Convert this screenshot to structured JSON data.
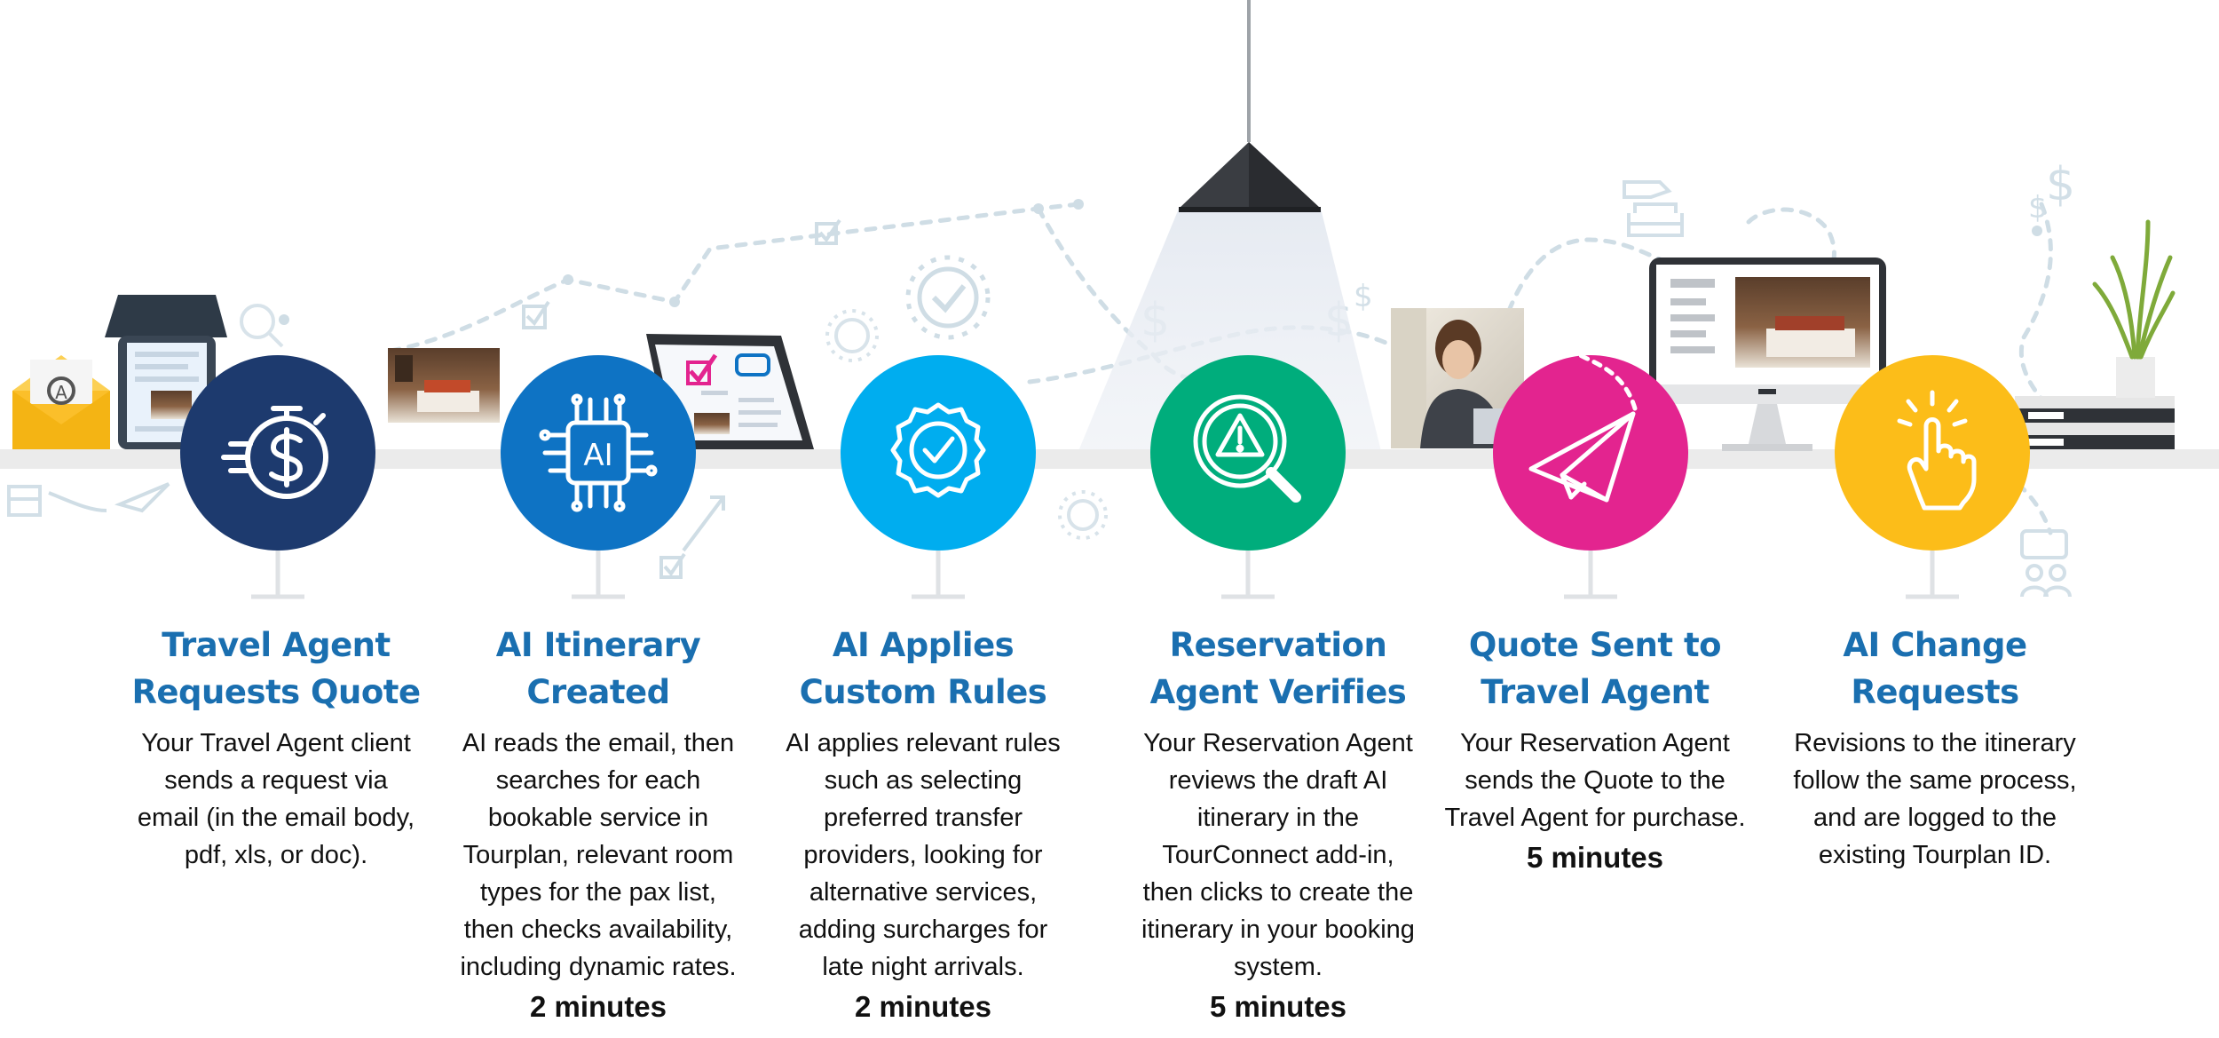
{
  "colors": {
    "title": "#1a6fb0",
    "text": "#111111",
    "shelf": "#ebebeb",
    "deco": "#cfdde5",
    "step_colors": [
      "#1d3a6e",
      "#0e73c4",
      "#00adef",
      "#00ad7c",
      "#e3248f",
      "#fcbd19"
    ]
  },
  "steps": [
    {
      "icon": "stopwatch-dollar-icon",
      "title_lines": [
        "Travel Agent",
        "Requests Quote"
      ],
      "desc_lines": [
        "Your Travel Agent client",
        "sends a request via",
        "email (in the email body,",
        "pdf, xls, or doc)."
      ],
      "time": ""
    },
    {
      "icon": "ai-chip-icon",
      "icon_text": "AI",
      "title_lines": [
        "AI Itinerary",
        "Created"
      ],
      "desc_lines": [
        "AI reads the email, then",
        "searches for each",
        "bookable service in",
        "Tourplan, relevant room",
        "types for the pax list,",
        "then checks availability,",
        "including dynamic rates."
      ],
      "time": "2 minutes"
    },
    {
      "icon": "check-badge-icon",
      "title_lines": [
        "AI Applies",
        "Custom Rules"
      ],
      "desc_lines": [
        "AI applies relevant rules",
        "such as selecting",
        "preferred transfer",
        "providers, looking for",
        "alternative services,",
        "adding surcharges for",
        "late night arrivals."
      ],
      "time": "2 minutes"
    },
    {
      "icon": "magnifier-alert-icon",
      "title_lines": [
        "Reservation",
        "Agent Verifies"
      ],
      "desc_lines": [
        "Your Reservation Agent",
        "reviews the draft AI",
        "itinerary in the",
        "TourConnect add-in,",
        "then clicks to create the",
        "itinerary in your booking",
        "system."
      ],
      "time": "5 minutes"
    },
    {
      "icon": "paper-plane-icon",
      "title_lines": [
        "Quote Sent to",
        "Travel Agent"
      ],
      "desc_lines": [
        "Your Reservation Agent",
        "sends the Quote to the",
        "Travel Agent for purchase."
      ],
      "time": "5 minutes"
    },
    {
      "icon": "pointing-hand-icon",
      "title_lines": [
        "AI Change",
        "Requests"
      ],
      "desc_lines": [
        "Revisions to the itinerary",
        "follow the same process,",
        "and are logged to the",
        "existing Tourplan ID."
      ],
      "time": ""
    }
  ]
}
